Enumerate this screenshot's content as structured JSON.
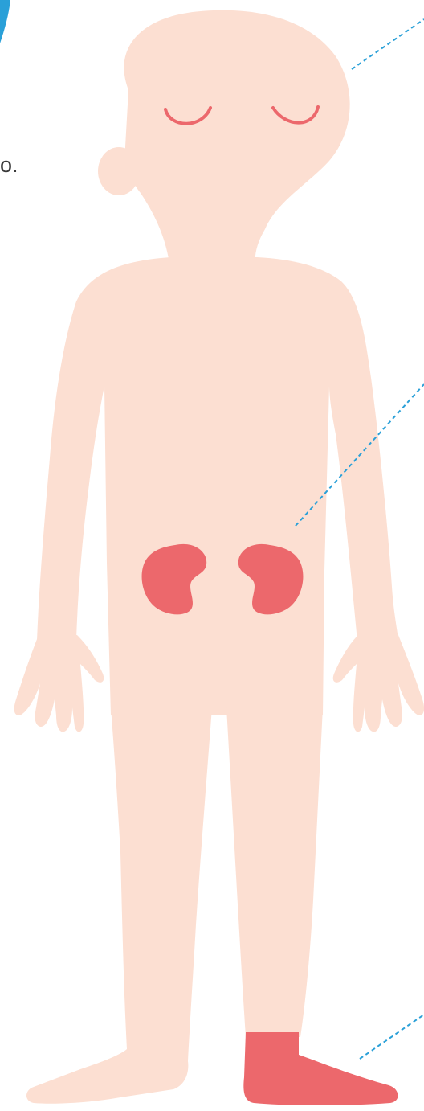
{
  "text_fragment": "o.",
  "colors": {
    "skin": "#fcdfd2",
    "organ": "#ec686c",
    "eyes": "#ec686c",
    "callout_line": "#2aa0d8",
    "badge": "#2aa0d8",
    "text": "#3a3a3a",
    "background": "#ffffff"
  },
  "highlights": [
    "eyes",
    "kidneys",
    "foot"
  ]
}
